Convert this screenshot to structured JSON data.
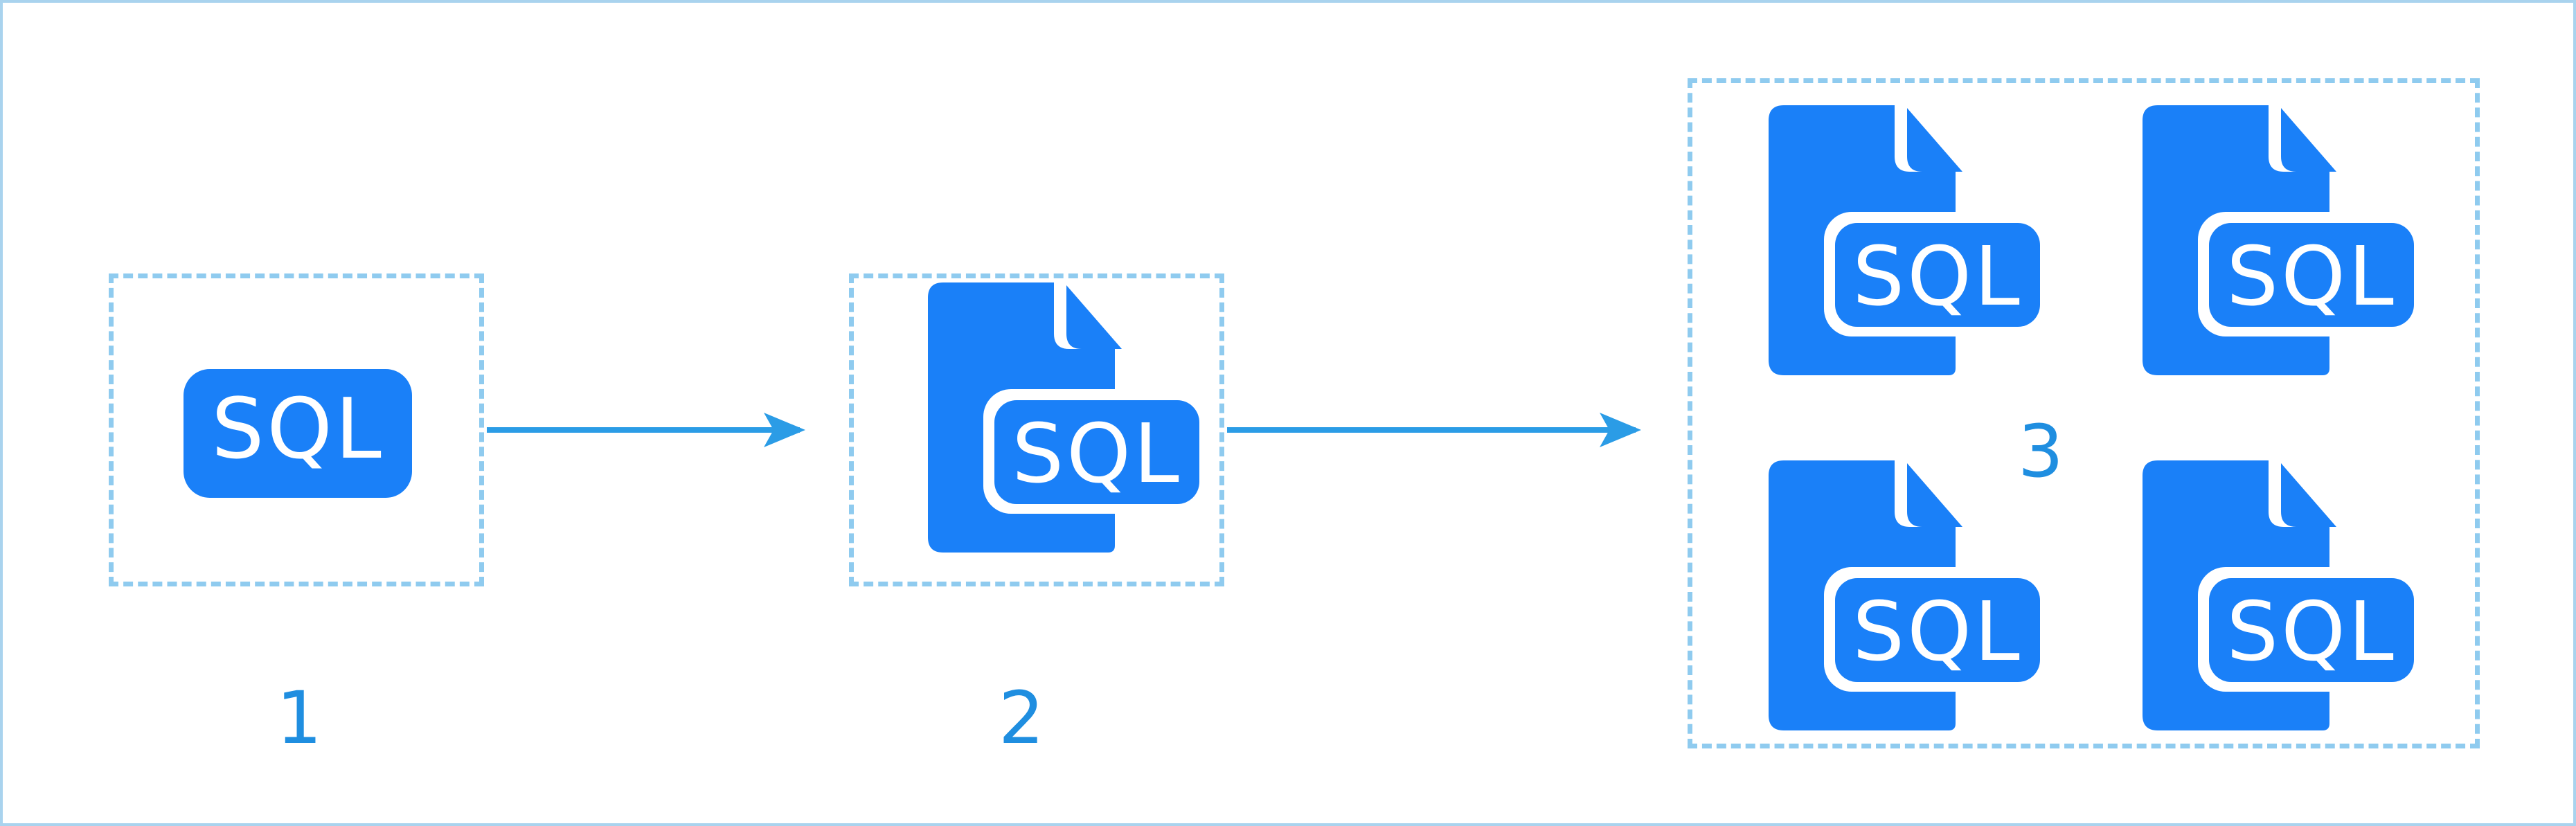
{
  "diagram": {
    "steps": [
      {
        "label": "1",
        "icon": "sql-badge-icon",
        "icon_text": "SQL"
      },
      {
        "label": "2",
        "icon": "sql-file-icon",
        "icon_text": "SQL"
      },
      {
        "label": "3",
        "icon": "sql-file-icon",
        "icon_text": "SQL",
        "icon_count": 4
      }
    ]
  },
  "colors": {
    "icon_blue": "#1a80f8",
    "dash_border": "#8fcbef",
    "arrow": "#2b9ce6",
    "label": "#1f8ee0",
    "frame": "#a9d3ee"
  }
}
